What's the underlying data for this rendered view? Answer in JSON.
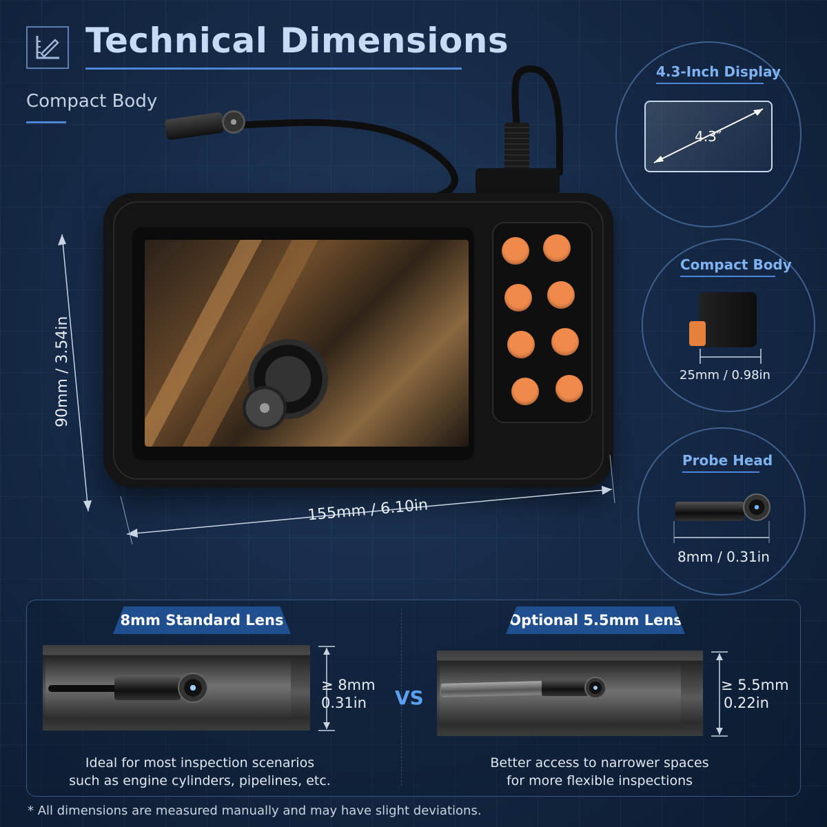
{
  "header": {
    "title": "Technical Dimensions",
    "subtitle": "Compact Body",
    "logo_icon": "ruler-square-icon"
  },
  "device": {
    "height_label": "90mm / 3.54in",
    "width_label": "155mm / 6.10in",
    "button_color": "#ef8a4c",
    "button_count": 8
  },
  "callouts": {
    "display": {
      "title": "4.3-Inch Display",
      "size": "4.3″"
    },
    "body": {
      "title": "Compact Body",
      "measure": "25mm / 0.98in"
    },
    "probe": {
      "title": "Probe Head",
      "measure": "8mm / 0.31in"
    }
  },
  "comparison": {
    "left": {
      "tab": "8mm Standard Lens",
      "dim_line1": "≥ 8mm",
      "dim_line2": "0.31in",
      "desc_line1": "Ideal for most inspection scenarios",
      "desc_line2": "such as engine cylinders, pipelines, etc."
    },
    "vs": "VS",
    "right": {
      "tab": "Optional 5.5mm Lens",
      "dim_line1": "≥ 5.5mm",
      "dim_line2": "0.22in",
      "desc_line1": "Better access to narrower spaces",
      "desc_line2": "for more flexible inspections"
    }
  },
  "footnote": "* All dimensions are measured manually and may have slight deviations.",
  "colors": {
    "accent": "#4e86d8",
    "label_blue": "#7fb2f0",
    "tab_blue": "#1f4f8e",
    "background": "#162a47"
  }
}
